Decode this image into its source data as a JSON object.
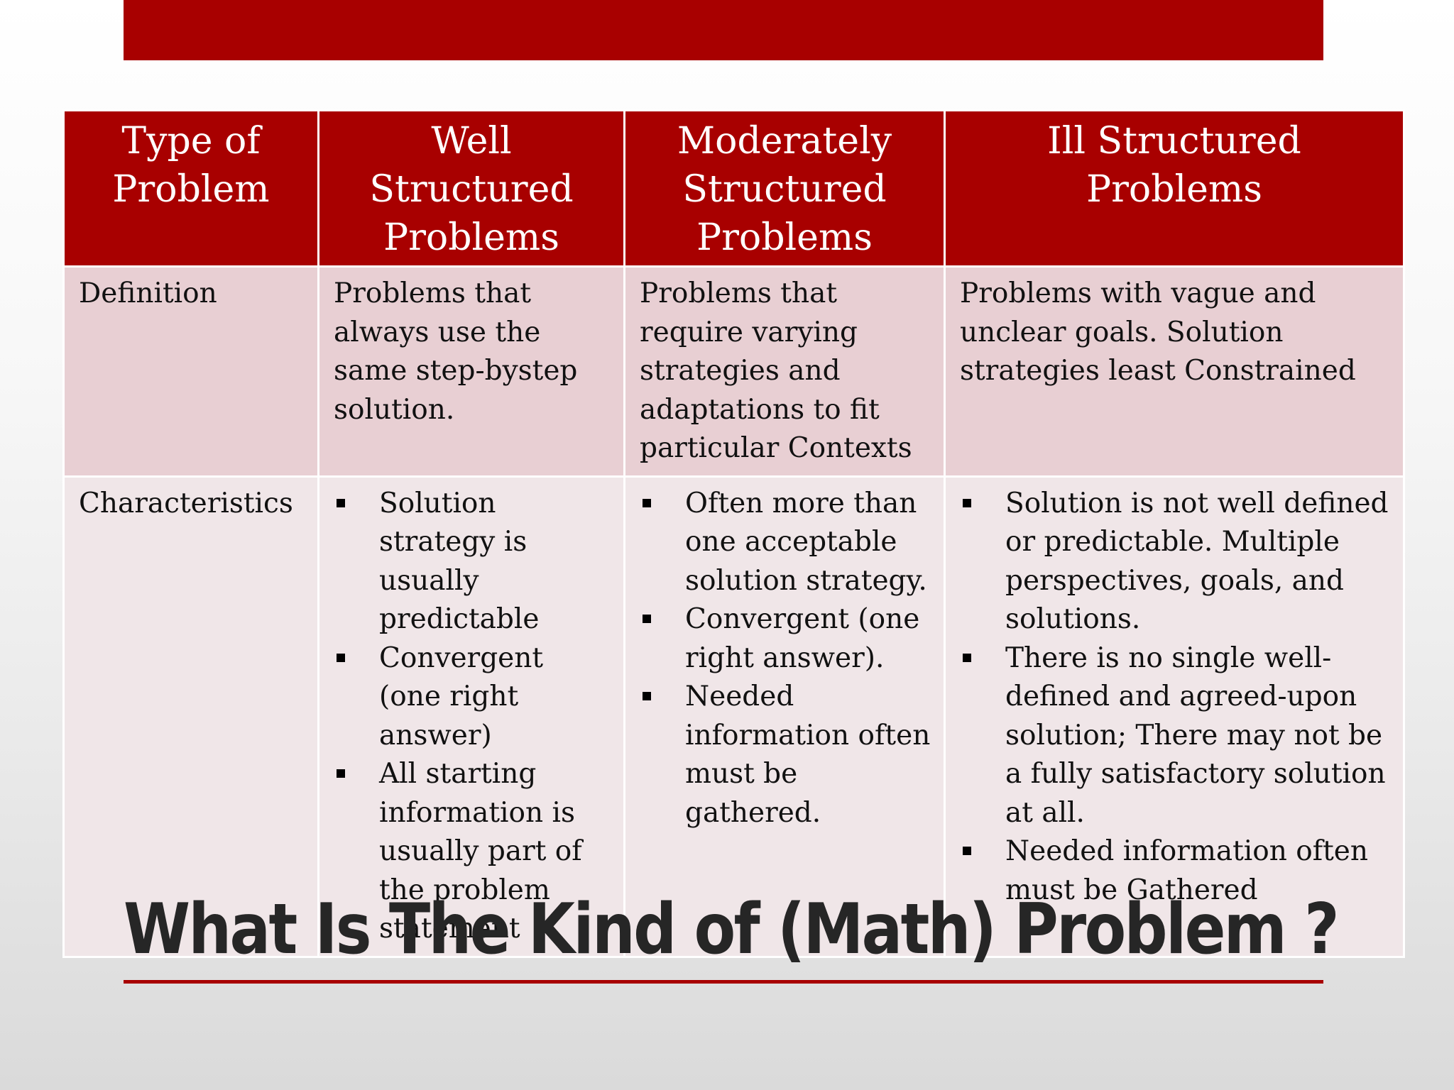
{
  "slide": {
    "title": "What Is The Kind of (Math) Problem ?",
    "accent_color": "#a80000"
  },
  "table": {
    "headers": [
      "Type of Problem",
      "Well Structured Problems",
      "Moderately Structured Problems",
      "Ill Structured Problems"
    ],
    "definition": {
      "label": "Definition",
      "well": "Problems that always use the same step-bystep solution.",
      "moderate": "Problems that require varying strategies and adaptations to fit particular Contexts",
      "ill": "Problems with vague and unclear goals. Solution strategies least Constrained"
    },
    "characteristics": {
      "label": "Characteristics",
      "well": [
        "Solution strategy is usually predictable",
        "Convergent (one right answer)",
        "All starting information is usually part of the problem statement"
      ],
      "moderate": [
        "Often more than one acceptable solution strategy.",
        "Convergent (one right answer).",
        "Needed information often must be gathered."
      ],
      "ill": [
        "Solution is not well defined or predictable. Multiple perspectives, goals, and solutions.",
        "There is no single well-defined and agreed-upon solution; There may not be a fully satisfactory solution at all.",
        "Needed  information often must be Gathered"
      ]
    }
  }
}
